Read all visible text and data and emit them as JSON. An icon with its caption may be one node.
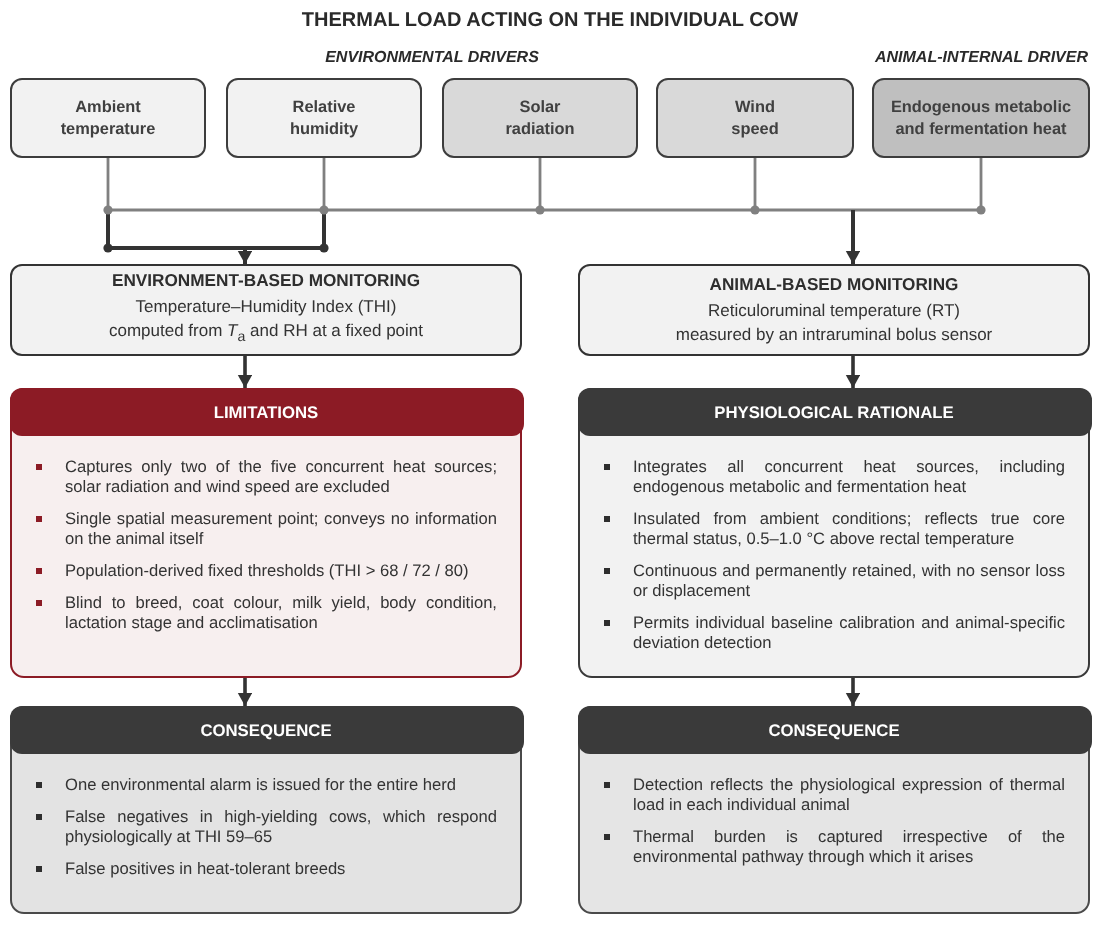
{
  "diagram": {
    "title": "THERMAL LOAD ACTING ON THE INDIVIDUAL COW",
    "nodes": [
      {
        "text": [
          "Ambient temperature"
        ]
      },
      {
        "text": [
          "Relative humidity"
        ]
      },
      {
        "text": [
          "Solar radiation"
        ]
      },
      {
        "text": [
          "Wind speed"
        ]
      },
      {
        "text": [
          "Endogenous metabolic and fermentation heat"
        ]
      },
      {
        "text": [
          "ENVIRONMENT-BASED MONITORING",
          "Temperature–Humidity Index (THI) computed from *T*$_{a}$ and RH at a fixed point"
        ]
      },
      {
        "text": [
          "ANIMAL-BASED MONITORING",
          "Reticuloruminal temperature (RT) measured by an intraruminal bolus sensor"
        ]
      },
      {
        "text": [
          "LIMITATIONS",
          "Captures only two of the five concurrent heat sources; solar radiation and wind speed are excluded",
          "Single spatial measurement point; conveys no information on the animal itself",
          "Population-derived fixed thresholds (THI > 68 / 72 / 80)",
          "Blind to breed, coat colour, milk yield, body condition, lactation stage and acclimatisation"
        ]
      },
      {
        "text": [
          "PHYSIOLOGICAL RATIONALE",
          "Integrates all concurrent heat sources, including endogenous metabolic and fermentation heat",
          "Insulated from ambient conditions; reflects true core thermal status, 0.5–1.0 °C above rectal temperature",
          "Continuous and permanently retained, with no sensor loss or displacement",
          "Permits individual baseline calibration and animal-specific deviation detection"
        ]
      },
      {
        "text": [
          "CONSEQUENCE",
          "One environmental alarm is issued for the entire herd",
          "False negatives in high-yielding cows, which respond physiologically at THI 59–65",
          "False positives in heat-tolerant breeds"
        ]
      },
      {
        "text": [
          "CONSEQUENCE",
          "Detection reflects the physiological expression of thermal load in each individual animal",
          "Thermal burden is captured irrespective of the environmental pathway through which it arises"
        ]
      }
    ],
    "edges": [
      {
        "from": 0,
        "to": 5,
        "arrow": "to"
      },
      {
        "from": 1,
        "to": 5,
        "arrow": "to"
      },
      {
        "from": 0,
        "to": 6,
        "arrow": "to",
        "color": "#808080"
      },
      {
        "from": 1,
        "to": 6,
        "arrow": "to",
        "color": "#808080"
      },
      {
        "from": 2,
        "to": 6,
        "arrow": "to",
        "color": "#808080"
      },
      {
        "from": 3,
        "to": 6,
        "arrow": "to",
        "color": "#808080"
      },
      {
        "from": 4,
        "to": 6,
        "arrow": "to",
        "color": "#808080"
      },
      {
        "from": 5,
        "to": 7,
        "arrow": "to"
      },
      {
        "from": 6,
        "to": 8,
        "arrow": "to"
      },
      {
        "from": 7,
        "to": 9,
        "arrow": "to"
      },
      {
        "from": 8,
        "to": 10,
        "arrow": "to"
      }
    ],
    "labels": [
      "ENVIRONMENTAL DRIVERS",
      "ANIMAL-INTERNAL DRIVER"
    ]
  }
}
